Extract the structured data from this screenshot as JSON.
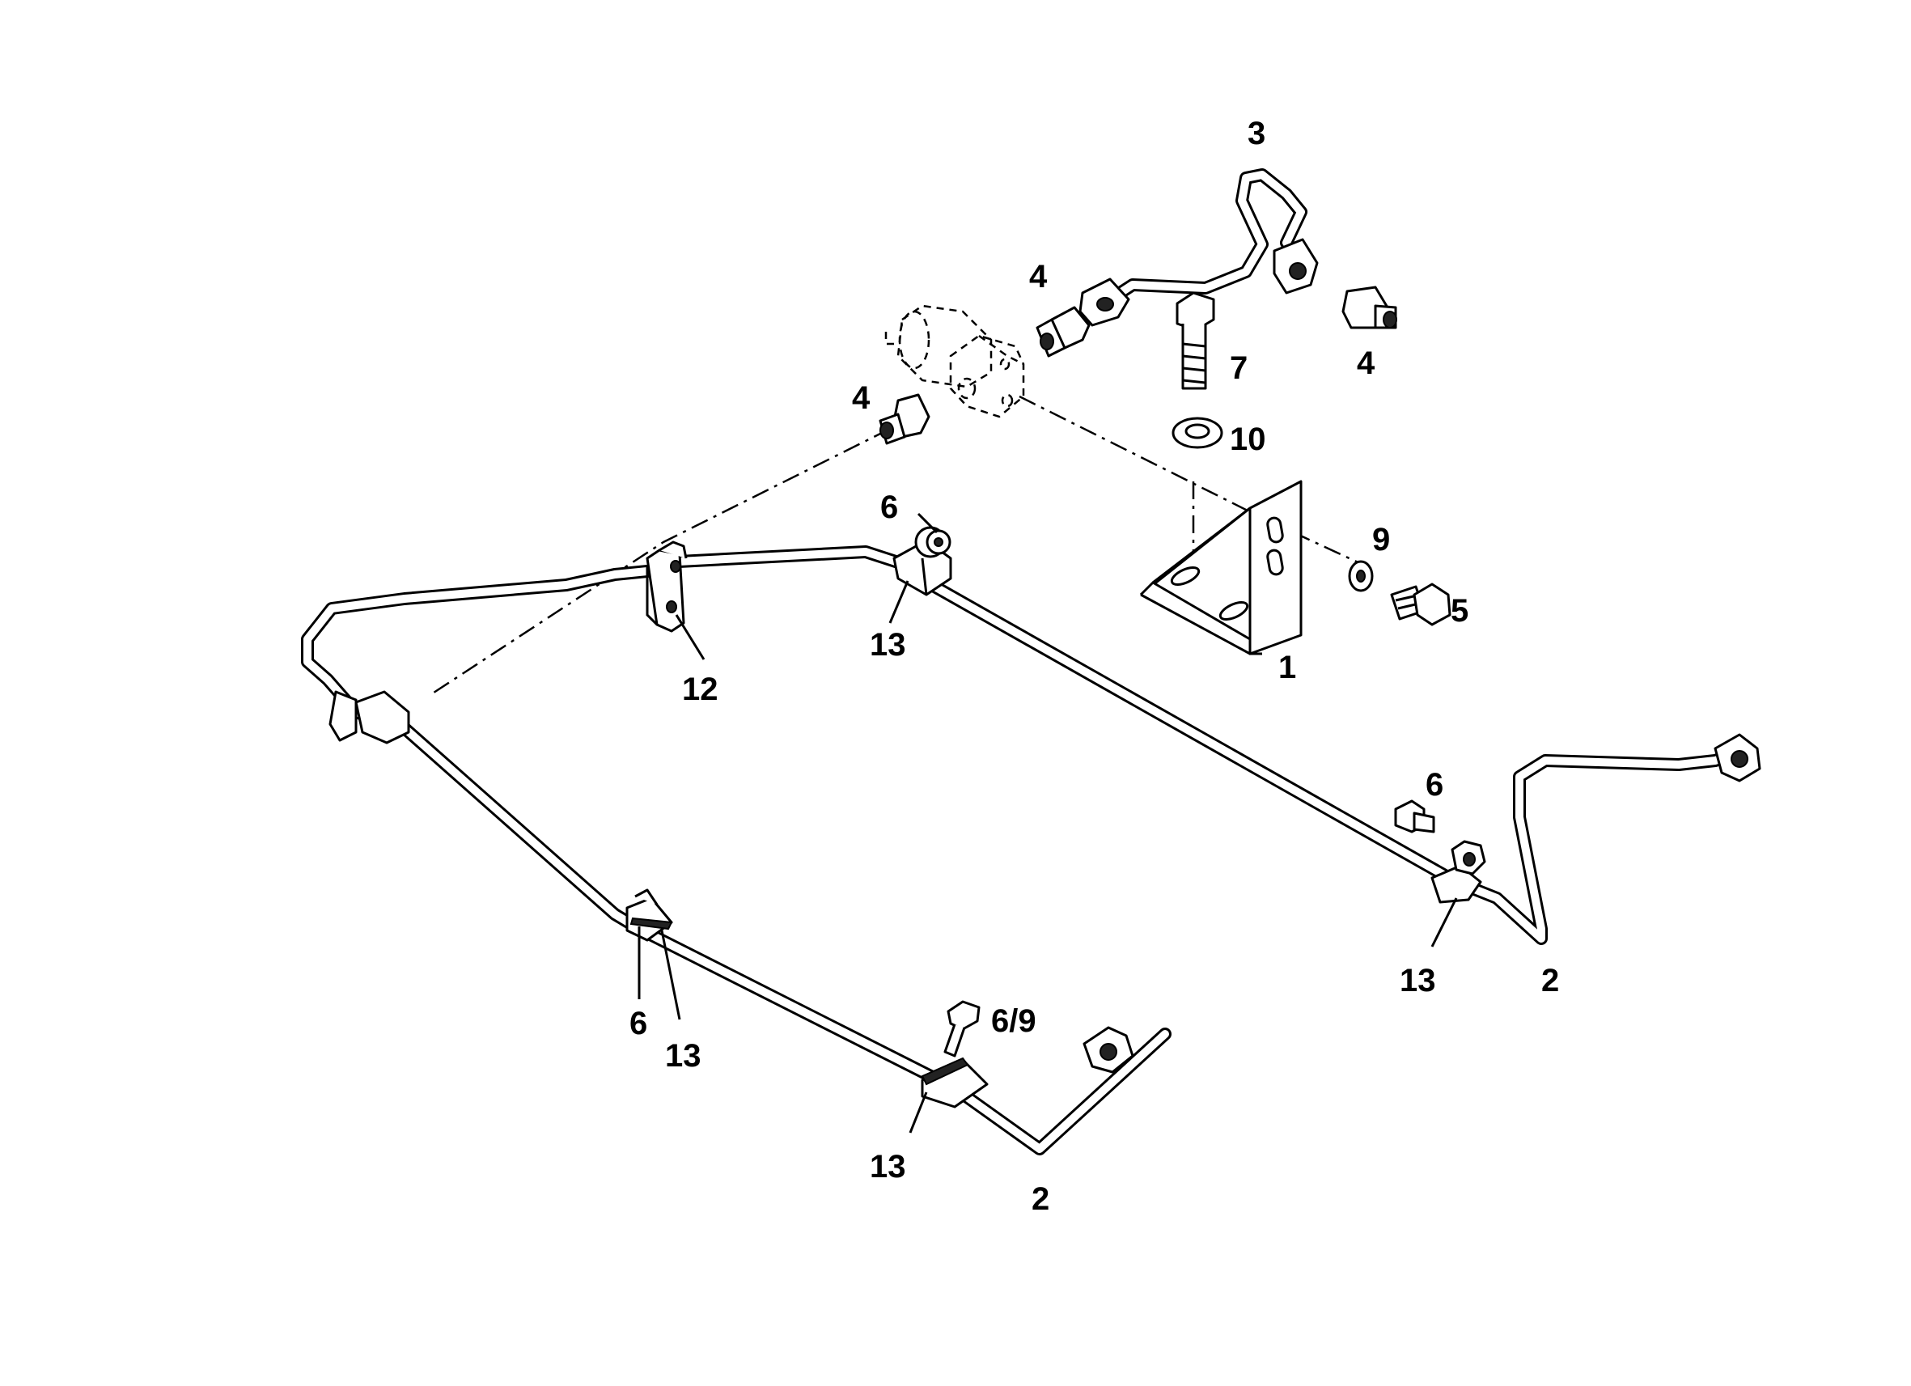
{
  "callouts": {
    "part_1": "1",
    "part_2_right": "2",
    "part_2_bottom": "2",
    "part_3": "3",
    "part_4_top": "4",
    "part_4_right": "4",
    "part_4_left": "4",
    "part_5": "5",
    "part_6_top": "6",
    "part_6_right": "6",
    "part_6_bottom": "6",
    "part_6_9": "6/9",
    "part_7": "7",
    "part_9": "9",
    "part_10": "10",
    "part_12": "12",
    "part_13_top": "13",
    "part_13_right": "13",
    "part_13_mid": "13",
    "part_13_bottom": "13"
  }
}
